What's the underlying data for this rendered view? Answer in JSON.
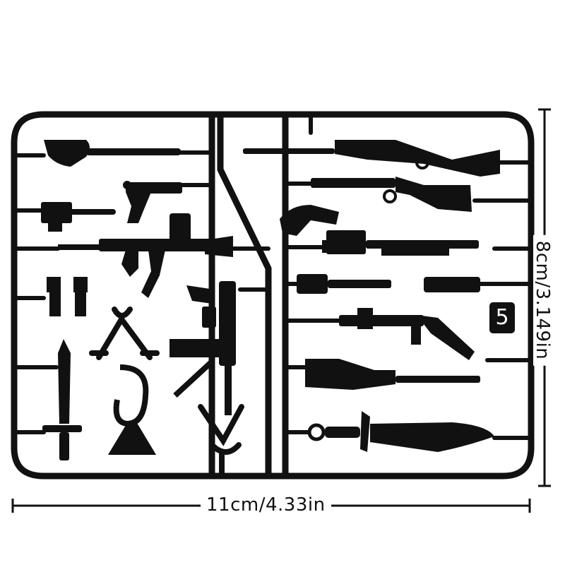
{
  "dimensions": {
    "width_label": "11cm/4.33in",
    "height_label": "8cm/3.149in"
  },
  "part_number": "5",
  "colors": {
    "sprue": "#111111",
    "background": "#ffffff"
  },
  "parts": [
    "shovel-icon",
    "mauser-pistol-icon",
    "long-rifle-icon",
    "bolt-rifle-icon",
    "ammo-box-icon",
    "assault-rifle-icon",
    "machine-gun-icon",
    "shell-icon",
    "scope-icon",
    "binoculars-icon",
    "bipod-icon",
    "smg-icon",
    "sten-gun-icon",
    "carbine-icon",
    "bayonet-icon",
    "bugle-icon",
    "slingshot-icon",
    "machete-icon"
  ]
}
